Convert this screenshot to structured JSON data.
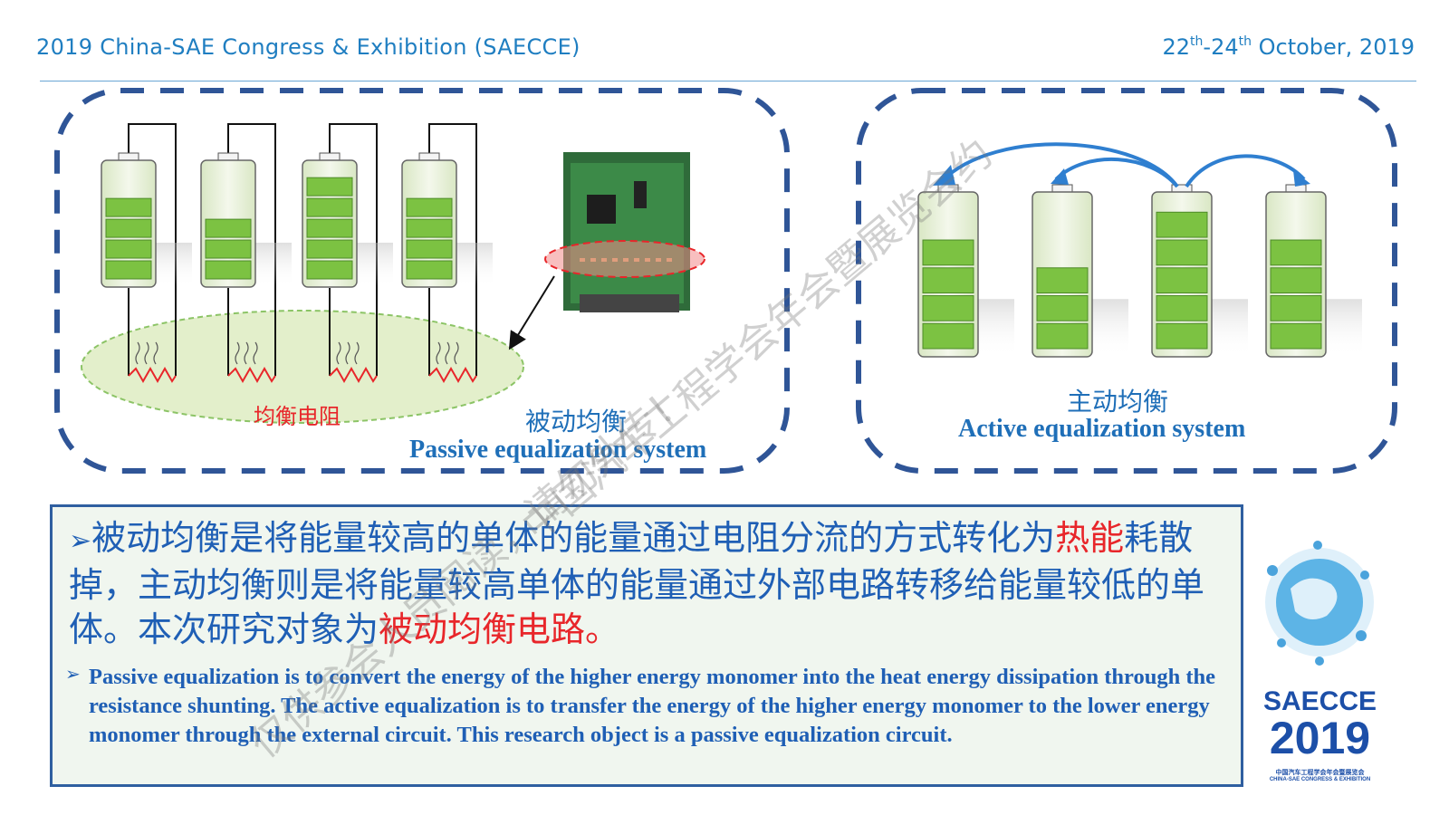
{
  "header": {
    "conference": "2019 China-SAE Congress & Exhibition (SAECCE)",
    "date_day_start": "22",
    "date_sup_start": "th",
    "date_dash": "-24",
    "date_sup_end": "th",
    "date_rest": " October, 2019"
  },
  "passive_panel": {
    "resistor_label": "均衡电阻",
    "caption_cn": "被动均衡",
    "caption_en": "Passive equalization system",
    "battery_levels": [
      4,
      3,
      5,
      4
    ]
  },
  "active_panel": {
    "caption_cn": "主动均衡",
    "caption_en": "Active equalization system",
    "battery_levels": [
      4,
      3,
      5,
      4
    ]
  },
  "textbox": {
    "cn_part1": "被动均衡是将能量较高的单体的能量通过电阻分流的方式转化为",
    "cn_red1": "热能",
    "cn_part2": "耗散掉，主动均衡则是将能量较高单体的能量通过外部电路转移给能量较低的单体。本次研究对象为",
    "cn_red2": "被动均衡电路。",
    "en_text": "Passive equalization is to convert the energy of the higher energy monomer into the heat energy dissipation through the resistance shunting. The active equalization is to transfer the energy of the higher energy monomer to the lower energy monomer through the external circuit. This research object is a passive equalization circuit."
  },
  "logo": {
    "name": "SAECCE",
    "year": "2019",
    "subtitle_cn": "中国汽车工程学会年会暨展览会",
    "subtitle_en": "CHINA-SAE CONGRESS & EXHIBITION"
  },
  "watermark": {
    "line1": "仅供参会人员阅读，请勿外传！",
    "line2": "中国汽车工程学会年会暨展览会约"
  },
  "colors": {
    "accent_blue": "#1f7ec1",
    "text_blue": "#1f5fb5",
    "highlight_red": "#e8262a",
    "battery_green": "#7cc242",
    "dash_border": "#2f5597"
  }
}
